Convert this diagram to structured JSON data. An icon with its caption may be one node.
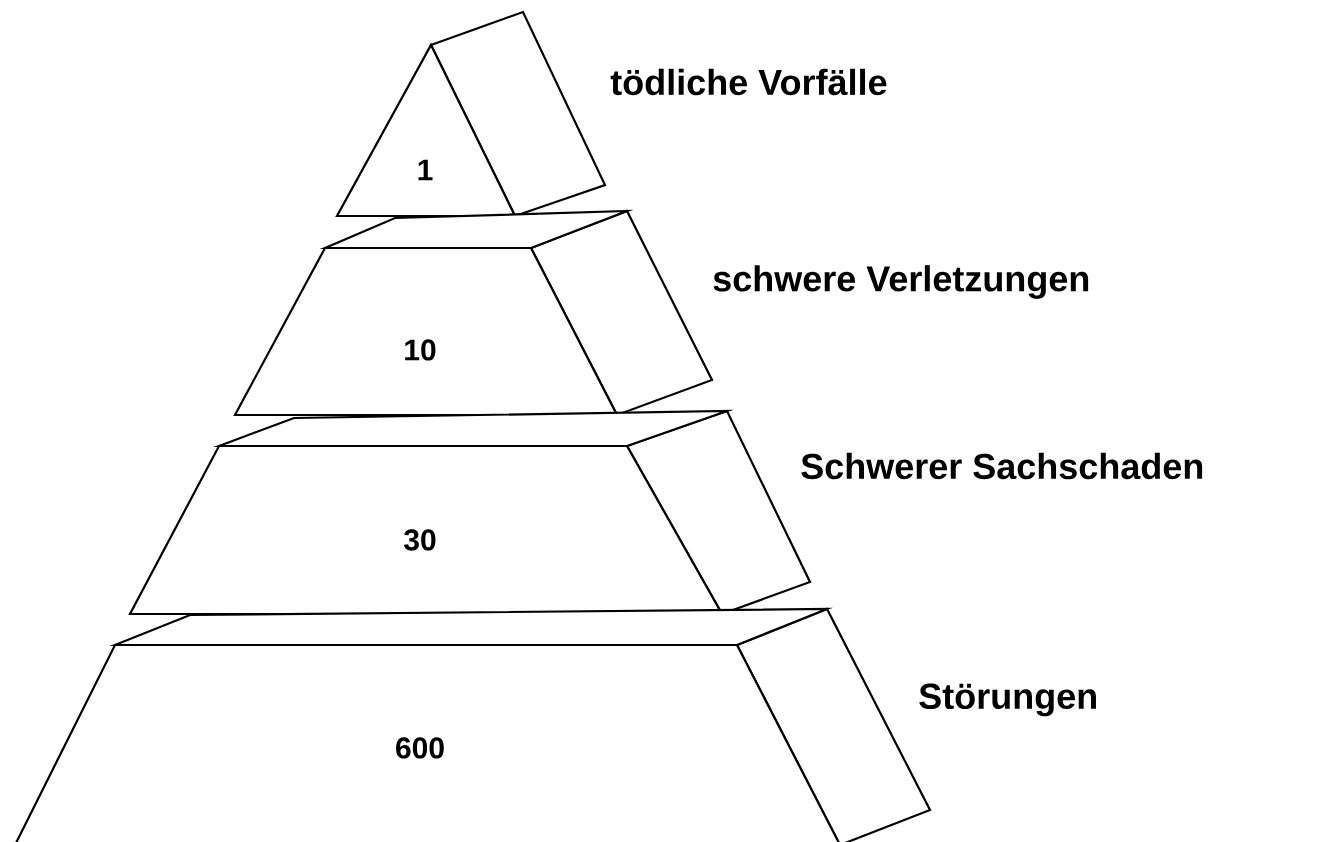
{
  "diagram": {
    "nodes": [
      {
        "text": [
          "1"
        ],
        "beside": [
          "tödliche Vorfälle"
        ]
      },
      {
        "text": [
          "10"
        ],
        "beside": [
          "schwere Verletzungen"
        ]
      },
      {
        "text": [
          "30"
        ],
        "beside": [
          "Schwerer Sachschaden"
        ]
      },
      {
        "text": [
          "600"
        ],
        "beside": [
          "Störungen"
        ]
      }
    ]
  }
}
